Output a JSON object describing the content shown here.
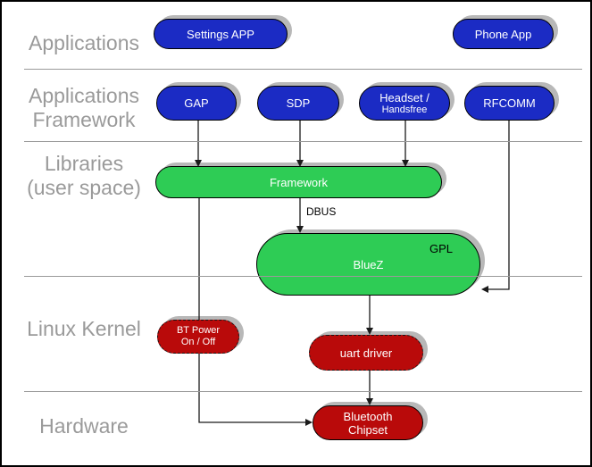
{
  "layers": {
    "applications": "Applications",
    "app_framework_line1": "Applications",
    "app_framework_line2": "Framework",
    "libraries_line1": "Libraries",
    "libraries_line2": "(user space)",
    "linux_kernel": "Linux Kernel",
    "hardware": "Hardware"
  },
  "nodes": {
    "settings_app": "Settings APP",
    "phone_app": "Phone App",
    "gap": "GAP",
    "sdp": "SDP",
    "headset_line1": "Headset /",
    "headset_line2": "Handsfree",
    "rfcomm": "RFCOMM",
    "framework": "Framework",
    "bluez": "BlueZ",
    "gpl": "GPL",
    "bt_power_line1": "BT Power",
    "bt_power_line2": "On / Off",
    "uart_driver": "uart driver",
    "chipset_line1": "Bluetooth",
    "chipset_line2": "Chipset"
  },
  "edges": {
    "dbus_label": "DBUS"
  },
  "colors": {
    "app_node_blue": "#1b2bc4",
    "library_node_green": "#2ecc55",
    "kernel_node_red": "#b90a0a",
    "node_shadow": "#b8b8b8",
    "layer_text": "#9a9a9a",
    "separator": "#9a9a9a"
  }
}
